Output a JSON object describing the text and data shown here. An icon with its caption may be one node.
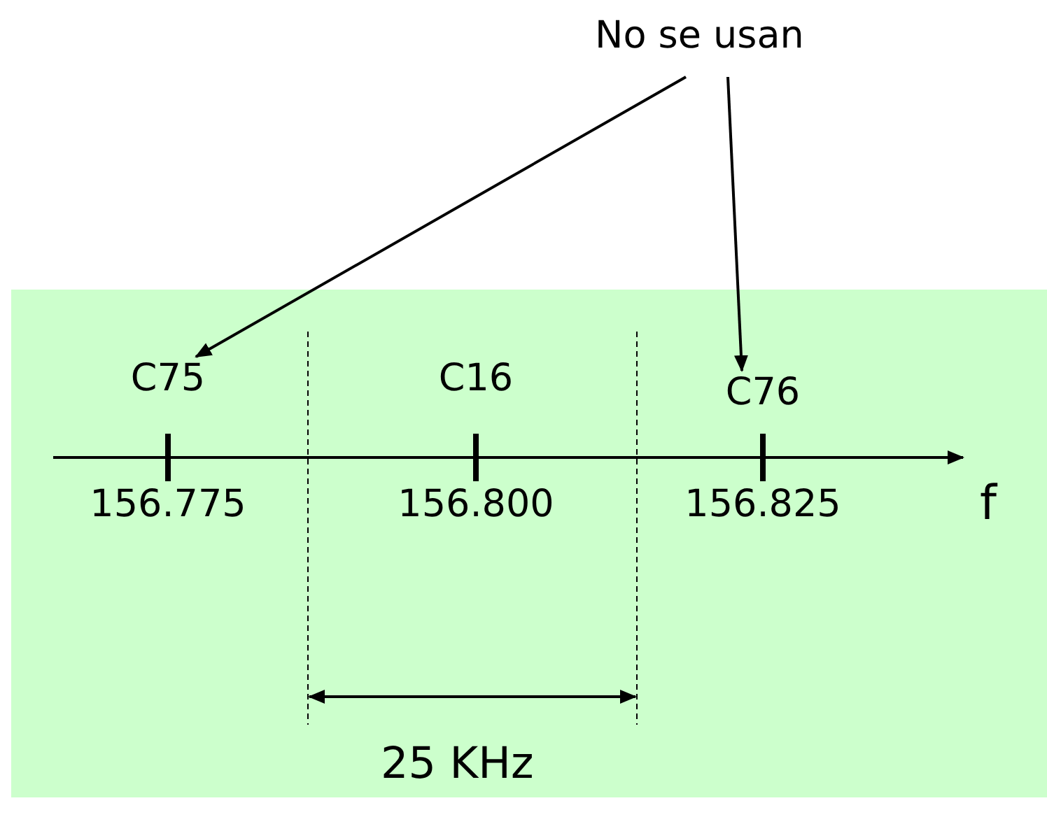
{
  "diagram": {
    "nodes": [
      {
        "text": [
          "No se usan"
        ]
      },
      {
        "text": [],
        "shape": "box"
      },
      {
        "text": [
          "C75",
          "156.775"
        ],
        "in": 1
      },
      {
        "text": [
          "C16",
          "156.800"
        ],
        "in": 1
      },
      {
        "text": [
          "C76",
          "156.825"
        ],
        "in": 1
      }
    ],
    "edges": [
      {
        "from": 0,
        "to": 2,
        "arrow": "to"
      },
      {
        "from": 0,
        "to": 4,
        "arrow": "to"
      }
    ],
    "labels": [
      "f",
      "25 KHz"
    ]
  }
}
